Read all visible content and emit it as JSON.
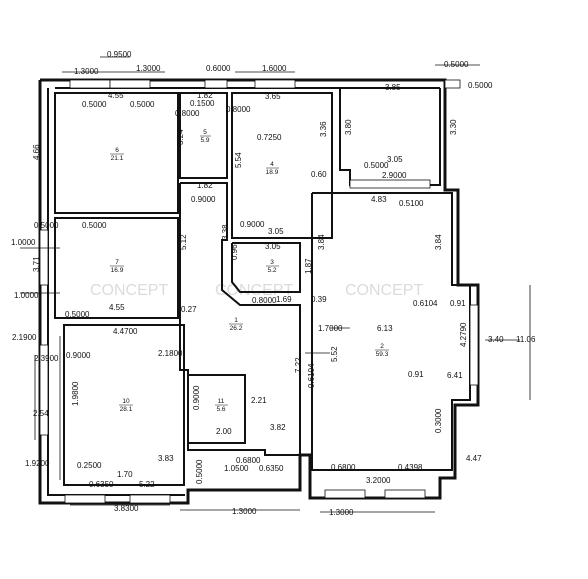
{
  "rooms": [
    {
      "id": "1",
      "number": "1",
      "area": "26.2"
    },
    {
      "id": "2",
      "number": "2",
      "area": "59.3"
    },
    {
      "id": "3",
      "number": "3",
      "area": "5.2"
    },
    {
      "id": "4",
      "number": "4",
      "area": "18.9"
    },
    {
      "id": "5",
      "number": "5",
      "area": "5.9"
    },
    {
      "id": "6",
      "number": "6",
      "area": "21.1"
    },
    {
      "id": "7",
      "number": "7",
      "area": "16.9"
    },
    {
      "id": "10",
      "number": "10",
      "area": "28.1"
    },
    {
      "id": "11",
      "number": "11",
      "area": "5.6"
    }
  ],
  "dimensions": [
    "0.9500",
    "1.3000",
    "1.3000",
    "0.6000",
    "1.6000",
    "0.5000",
    "0.5000",
    "4.55",
    "1.82",
    "0.1500",
    "0.8000",
    "0.8000",
    "3.65",
    "3.85",
    "0.5000",
    "0.5000",
    "3.24",
    "0.7250",
    "3.36",
    "3.80",
    "3.30",
    "4.66",
    "5.54",
    "0.5000",
    "3.05",
    "2.9000",
    "1.82",
    "0.60",
    "4.83",
    "0.5100",
    "0.9000",
    "0.5000",
    "3.38",
    "0.9000",
    "3.05",
    "0.5000",
    "1.0000",
    "5.12",
    "3.71",
    "3.05",
    "3.84",
    "3.84",
    "0.96",
    "1.87",
    "1.0000",
    "4.55",
    "0.27",
    "0.8000",
    "1.69",
    "0.39",
    "0.6104",
    "0.91",
    "0.5000",
    "4.4700",
    "1.7000",
    "6.13",
    "2.1900",
    "2.3900",
    "0.9000",
    "2.1800",
    "3.40",
    "4.2790",
    "11.06",
    "5.52",
    "7.22",
    "0.6104",
    "0.91",
    "6.41",
    "1.9800",
    "2.54",
    "0.9000",
    "2.21",
    "2.00",
    "3.82",
    "0.3000",
    "1.9200",
    "0.2500",
    "3.83",
    "0.6800",
    "0.6800",
    "0.4398",
    "4.47",
    "1.70",
    "0.5000",
    "1.0500",
    "0.6350",
    "0.6350",
    "5.22",
    "3.2000",
    "3.8300",
    "1.3000",
    "1.3000"
  ],
  "watermarks": [
    "CONCEPT",
    "CONCEPT",
    "CONCEPT"
  ]
}
